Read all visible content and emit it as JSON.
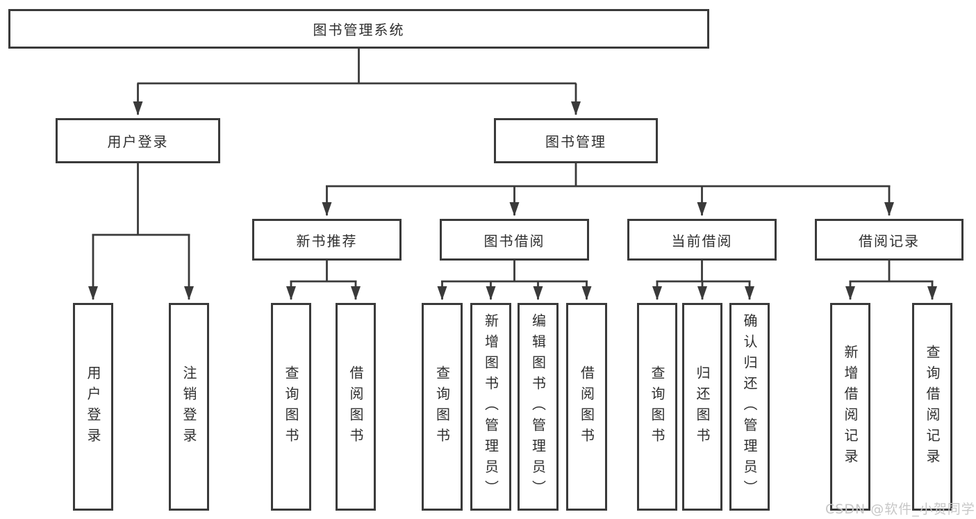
{
  "diagram": {
    "title": "图书管理系统",
    "branches": [
      {
        "label": "用户登录",
        "children": [
          {
            "label": "用户登录"
          },
          {
            "label": "注销登录"
          }
        ]
      },
      {
        "label": "图书管理",
        "children": [
          {
            "label": "新书推荐",
            "children": [
              {
                "label": "查询图书"
              },
              {
                "label": "借阅图书"
              }
            ]
          },
          {
            "label": "图书借阅",
            "children": [
              {
                "label": "查询图书"
              },
              {
                "label": "新增图书（管理员）"
              },
              {
                "label": "编辑图书（管理员）"
              },
              {
                "label": "借阅图书"
              }
            ]
          },
          {
            "label": "当前借阅",
            "children": [
              {
                "label": "查询图书"
              },
              {
                "label": "归还图书"
              },
              {
                "label": "确认归还（管理员）"
              }
            ]
          },
          {
            "label": "借阅记录",
            "children": [
              {
                "label": "新增借阅记录"
              },
              {
                "label": "查询借阅记录"
              }
            ]
          }
        ]
      }
    ],
    "watermark": "CSDN @软件_小贺同学",
    "colors": {
      "line": "#3a3a3a",
      "text": "#2f2f2f",
      "watermark": "#c7c7c7",
      "background": "#ffffff"
    }
  }
}
